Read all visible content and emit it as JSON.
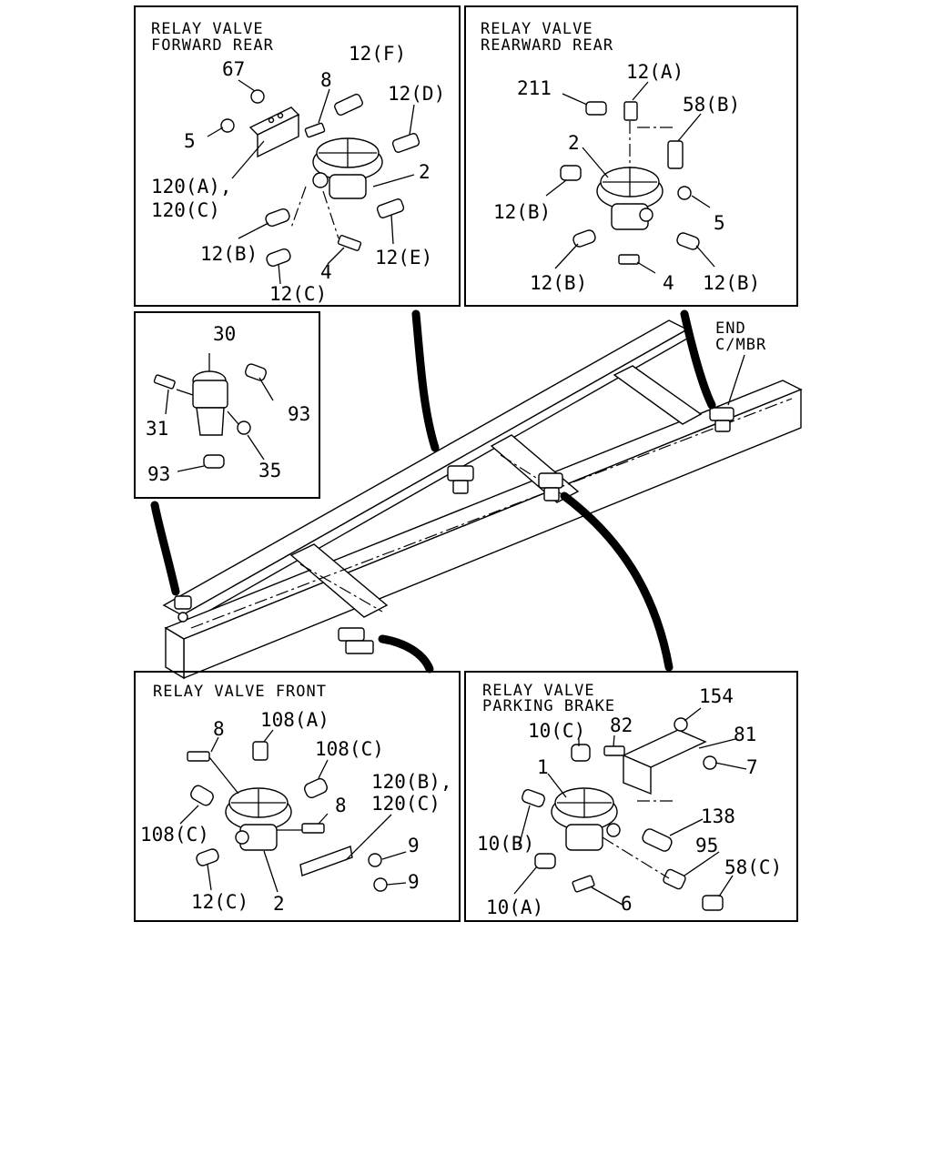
{
  "panels": {
    "forward_rear": {
      "title_line1": "RELAY VALVE",
      "title_line2": "FORWARD REAR",
      "callouts": [
        "67",
        "8",
        "12(F)",
        "12(D)",
        "5",
        "2",
        "120(A),",
        "120(C)",
        "12(B)",
        "12(E)",
        "4",
        "12(C)"
      ]
    },
    "rearward_rear": {
      "title_line1": "RELAY VALVE",
      "title_line2": "REARWARD REAR",
      "callouts": [
        "211",
        "12(A)",
        "58(B)",
        "2",
        "12(B)",
        "5",
        "12(B)",
        "4",
        "12(B)"
      ]
    },
    "chassis_fitting": {
      "callouts": [
        "30",
        "31",
        "93",
        "93",
        "35"
      ]
    },
    "front": {
      "title_line1": "RELAY VALVE FRONT",
      "callouts": [
        "8",
        "108(A)",
        "108(C)",
        "120(B),",
        "120(C)",
        "108(C)",
        "8",
        "9",
        "9",
        "12(C)",
        "2"
      ]
    },
    "parking_brake": {
      "title_line1": "RELAY VALVE",
      "title_line2": "PARKING BRAKE",
      "callouts": [
        "154",
        "10(C)",
        "82",
        "81",
        "1",
        "7",
        "138",
        "10(B)",
        "95",
        "58(C)",
        "10(A)",
        "6"
      ]
    }
  },
  "frame_note": {
    "line1": "END",
    "line2": "C/MBR"
  }
}
